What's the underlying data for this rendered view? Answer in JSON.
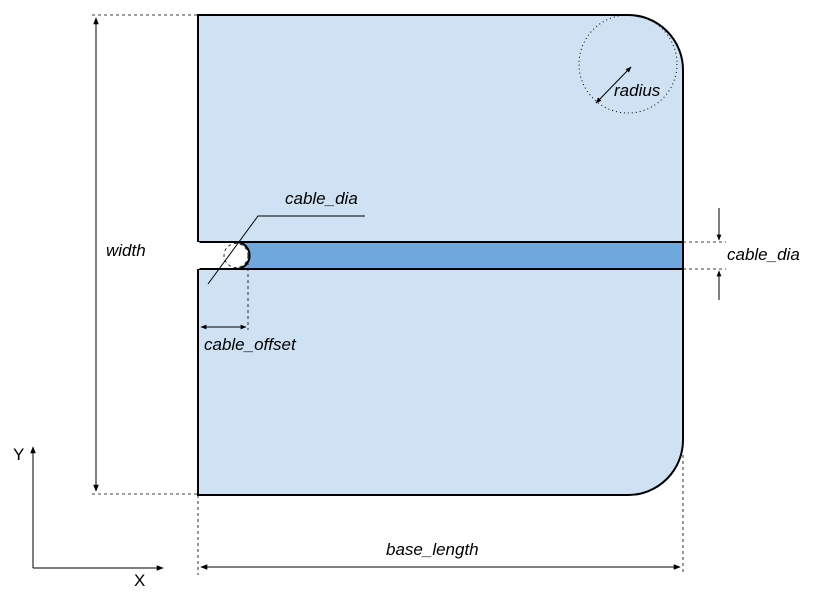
{
  "colors": {
    "plate_fill": "#cfe2f3",
    "cable_fill": "#6fa8dc",
    "outline": "#000000",
    "background": "#ffffff"
  },
  "labels": {
    "width": "width",
    "base_length": "base_length",
    "radius": "radius",
    "cable_dia_leader": "cable_dia",
    "cable_dia_side": "cable_dia",
    "cable_offset": "cable_offset"
  },
  "axes": {
    "x_label": "X",
    "y_label": "Y"
  }
}
